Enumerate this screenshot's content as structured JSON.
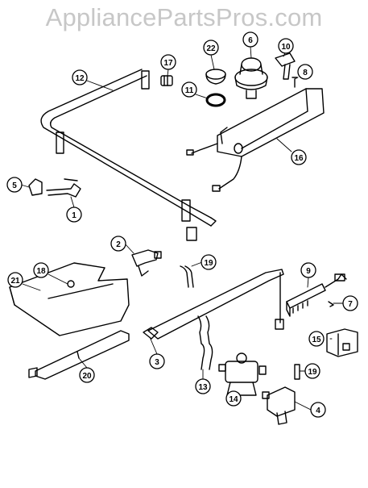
{
  "watermark": "AppliancePartsPros.com",
  "callouts": [
    "22",
    "6",
    "10",
    "17",
    "12",
    "8",
    "11",
    "16",
    "5",
    "1",
    "2",
    "19",
    "9",
    "18",
    "21",
    "7",
    "15",
    "3",
    "19",
    "13",
    "20",
    "14",
    "4"
  ]
}
